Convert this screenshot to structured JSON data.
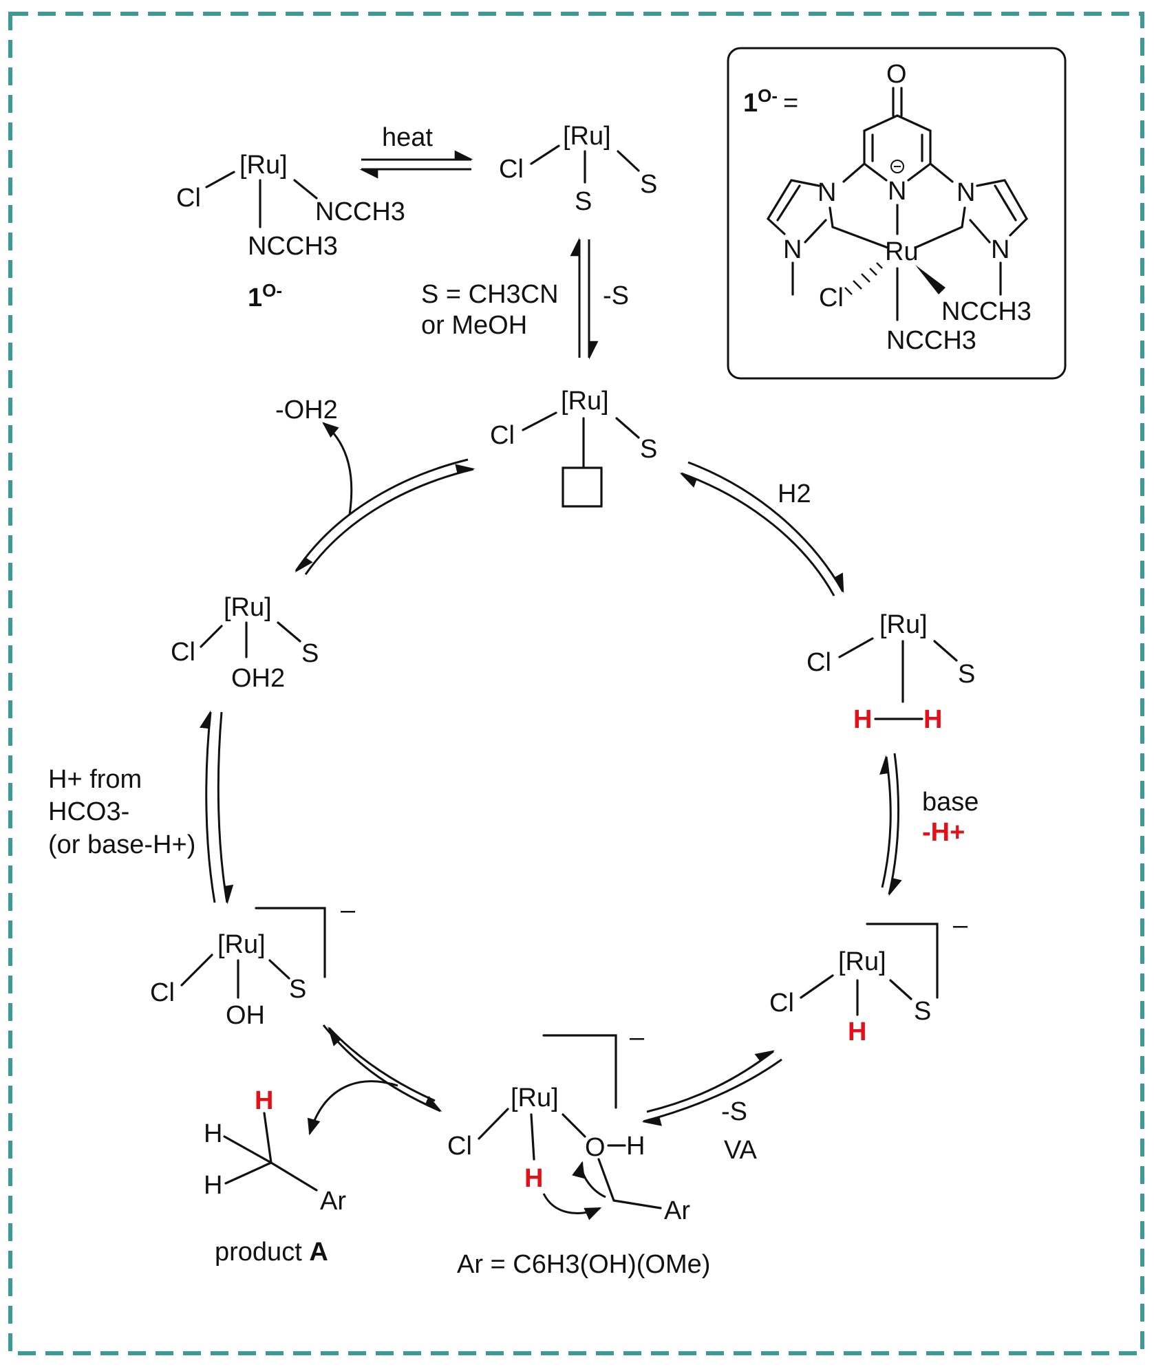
{
  "colors": {
    "frame": "#3e9a97",
    "highlight": "#e3101a",
    "ink": "#111111"
  },
  "labels": {
    "ru": "[Ru]",
    "cl": "Cl",
    "s": "S",
    "nch3": "NCCH3",
    "h": "H",
    "o": "O",
    "n": "N",
    "oh": "OH",
    "oh2": "OH2",
    "ar": "Ar",
    "ru_core": "Ru",
    "minus": "–",
    "complex_1": "1",
    "complex_1_sup": "O-",
    "complex_1_eq": "="
  },
  "reactions": {
    "heat": "heat",
    "s_definition_1": "S = CH3CN",
    "s_definition_2": "or MeOH",
    "minus_s": "-S",
    "minus_oh2": "-OH2",
    "h2": "H2",
    "base": "base",
    "minus_h_plus": "-H+",
    "h_plus_from_1": "H+ from",
    "h_plus_from_2": "HCO3-",
    "h_plus_from_3": "(or base-H+)",
    "va": "VA",
    "product_a_prefix": "product",
    "product_a_letter": "A",
    "ar_definition": "Ar = C6H3(OH)(OMe)"
  },
  "icons": [
    "vacant-site-square-icon",
    "equilibrium-arrow-icon",
    "curved-arrow-icon",
    "anionic-charge-bracket-icon",
    "wedge-bond-icon",
    "hash-bond-icon"
  ]
}
